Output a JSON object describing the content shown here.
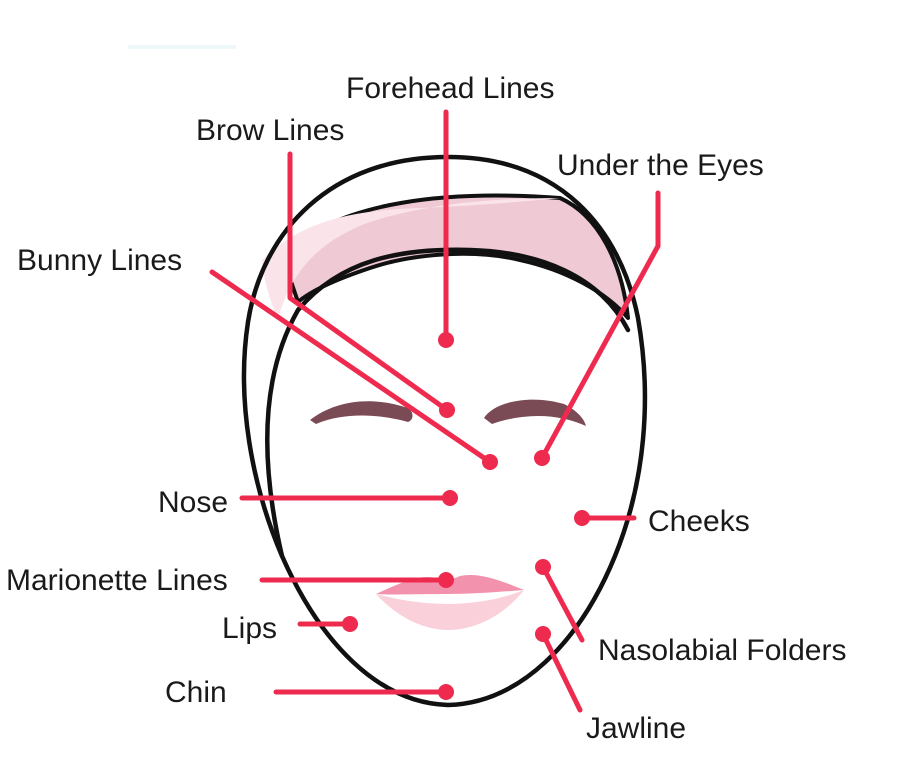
{
  "diagram": {
    "labels": {
      "forehead_lines": "Forehead Lines",
      "brow_lines": "Brow Lines",
      "under_the_eyes": "Under the Eyes",
      "bunny_lines": "Bunny Lines",
      "nose": "Nose",
      "cheeks": "Cheeks",
      "marionette_lines": "Marionette Lines",
      "lips": "Lips",
      "nasolabial_folders": "Nasolabial Folders",
      "chin": "Chin",
      "jawline": "Jawline"
    },
    "colors": {
      "leader": "#ee2b4f",
      "outline": "#111111",
      "headband_front": "#fbe3ea",
      "headband_back": "#efc9d3",
      "eyebrow": "#7a4a55",
      "lip_upper": "#f292ad",
      "lip_lower": "#fad0db"
    }
  }
}
